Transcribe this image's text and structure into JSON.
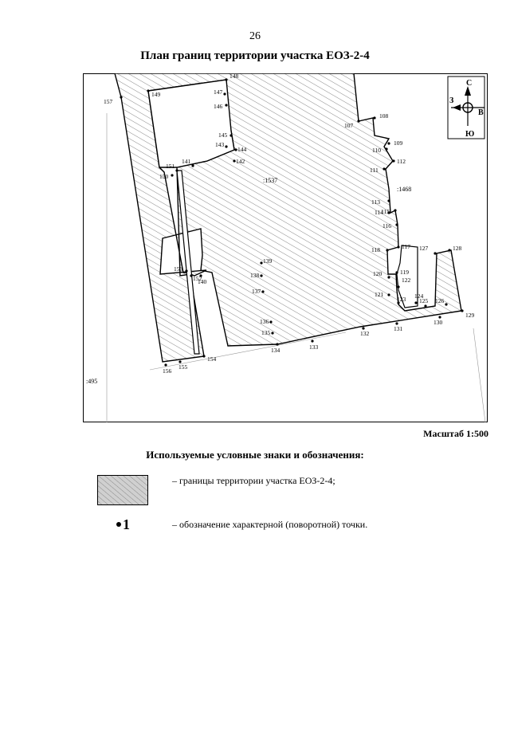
{
  "page_number": "26",
  "title": "План границ территории участка ЕОЗ-2-4",
  "map": {
    "compass": {
      "north": "С",
      "west": "З",
      "east": "В",
      "south": "Ю"
    },
    "plot_labels": [
      {
        "id": "p1537",
        "text": ":1537"
      },
      {
        "id": "p1468",
        "text": ":1468"
      },
      {
        "id": "p495",
        "text": ":495"
      }
    ],
    "points": [
      {
        "num": "148"
      },
      {
        "num": "147"
      },
      {
        "num": "146"
      },
      {
        "num": "145"
      },
      {
        "num": "143"
      },
      {
        "num": "144"
      },
      {
        "num": "142"
      },
      {
        "num": "141"
      },
      {
        "num": "151"
      },
      {
        "num": "150"
      },
      {
        "num": "157"
      },
      {
        "num": "149"
      },
      {
        "num": "153"
      },
      {
        "num": "152"
      },
      {
        "num": "140"
      },
      {
        "num": "139"
      },
      {
        "num": "138"
      },
      {
        "num": "137"
      },
      {
        "num": "136"
      },
      {
        "num": "135"
      },
      {
        "num": "134"
      },
      {
        "num": "133"
      },
      {
        "num": "132"
      },
      {
        "num": "131"
      },
      {
        "num": "130"
      },
      {
        "num": "129"
      },
      {
        "num": "126"
      },
      {
        "num": "125"
      },
      {
        "num": "124"
      },
      {
        "num": "123"
      },
      {
        "num": "127"
      },
      {
        "num": "128"
      },
      {
        "num": "122"
      },
      {
        "num": "121"
      },
      {
        "num": "120"
      },
      {
        "num": "119"
      },
      {
        "num": "118"
      },
      {
        "num": "117"
      },
      {
        "num": "116"
      },
      {
        "num": "115"
      },
      {
        "num": "114"
      },
      {
        "num": "113"
      },
      {
        "num": "112"
      },
      {
        "num": "111"
      },
      {
        "num": "110"
      },
      {
        "num": "109"
      },
      {
        "num": "108"
      },
      {
        "num": "107"
      },
      {
        "num": "156"
      },
      {
        "num": "155"
      },
      {
        "num": "154"
      }
    ]
  },
  "scale": "Масштаб 1:500",
  "legend": {
    "title": "Используемые условные знаки и обозначения:",
    "items": [
      {
        "text": "– границы территории участка ЕОЗ-2-4;"
      },
      {
        "marker": "1",
        "text": "– обозначение характерной (поворотной) точки."
      }
    ]
  },
  "colors": {
    "hatch_fill": "#d8d8d8",
    "line": "#000000",
    "thin_line": "#999999"
  }
}
